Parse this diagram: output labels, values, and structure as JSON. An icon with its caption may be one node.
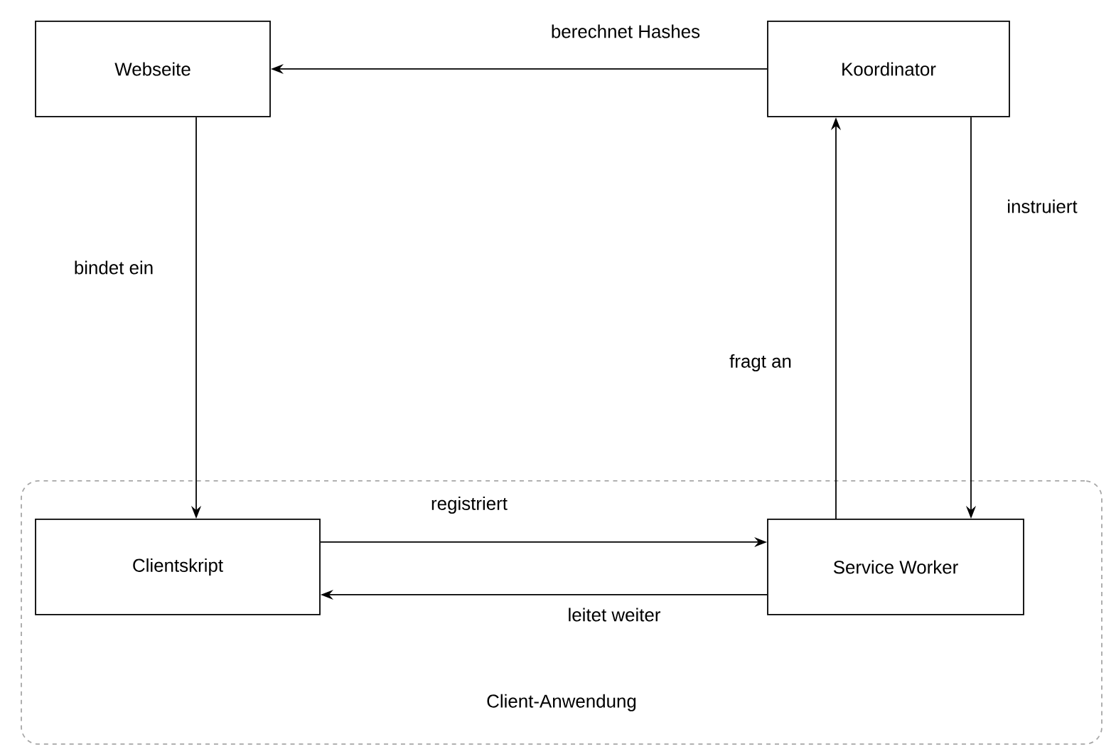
{
  "diagram": {
    "nodes": [
      {
        "text": [
          "Webseite"
        ]
      },
      {
        "text": [
          "Koordinator"
        ]
      },
      {
        "text": [
          "Client-Anwendung"
        ]
      },
      {
        "text": [
          "Clientskript"
        ],
        "in": 2
      },
      {
        "text": [
          "Service Worker"
        ],
        "in": 2
      }
    ],
    "edges": [
      {
        "from": 1,
        "to": 0,
        "arrow": "to",
        "label": "berechnet Hashes"
      },
      {
        "from": 0,
        "to": 3,
        "arrow": "to",
        "label": "bindet ein"
      },
      {
        "from": 4,
        "to": 1,
        "arrow": "to",
        "label": "fragt an"
      },
      {
        "from": 1,
        "to": 4,
        "arrow": "to",
        "label": "instruiert"
      },
      {
        "from": 3,
        "to": 4,
        "arrow": "to",
        "label": "registriert"
      },
      {
        "from": 4,
        "to": 3,
        "arrow": "to",
        "label": "leitet weiter"
      }
    ]
  }
}
